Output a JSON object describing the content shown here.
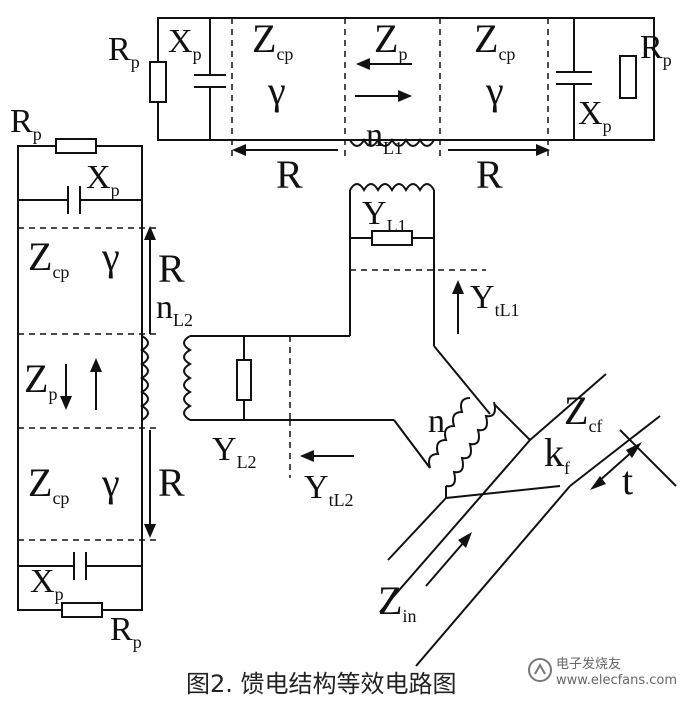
{
  "labels": {
    "rp": "R",
    "rp_sub": "p",
    "xp": "X",
    "xp_sub": "p",
    "zcp": "Z",
    "zcp_sub": "cp",
    "gamma": "γ",
    "zp": "Z",
    "zp_sub": "p",
    "r": "R",
    "n": "n",
    "nl1_sub": "L1",
    "nl2_sub": "L2",
    "y": "Y",
    "yl1_sub": "L1",
    "yl2_sub": "L2",
    "ytl1_sub": "tL1",
    "ytl2_sub": "tL2",
    "zcf": "Z",
    "zcf_sub": "cf",
    "k": "k",
    "k_sub": "f",
    "t": "t",
    "zin": "Z",
    "zin_sub": "in"
  },
  "caption": "图2.  馈电结构等效电路图",
  "watermark": {
    "brand": "电子发烧友",
    "url": "www.elecfans.com"
  }
}
